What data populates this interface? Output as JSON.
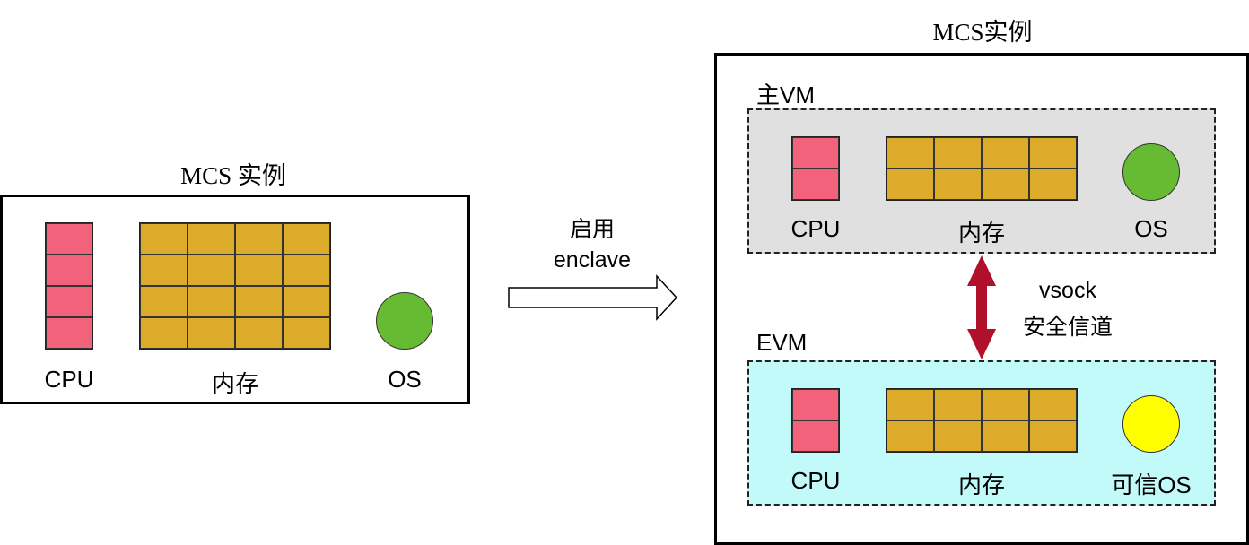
{
  "left": {
    "title": "MCS 实例",
    "cpu_label": "CPU",
    "mem_label": "内存",
    "os_label": "OS"
  },
  "transition": {
    "line1": "启用",
    "line2": "enclave"
  },
  "right": {
    "title": "MCS实例",
    "main_vm": {
      "title": "主VM",
      "cpu_label": "CPU",
      "mem_label": "内存",
      "os_label": "OS"
    },
    "channel": {
      "line1": "vsock",
      "line2": "安全信道"
    },
    "evm": {
      "title": "EVM",
      "cpu_label": "CPU",
      "mem_label": "内存",
      "os_label": "可信OS"
    }
  },
  "colors": {
    "cpu": "#f2627a",
    "memory": "#dcab2a",
    "os_normal": "#66bb33",
    "os_trusted": "#ffff00",
    "main_vm_bg": "#e0e0e0",
    "evm_bg": "#c2fafa",
    "channel_arrow": "#b0102a"
  }
}
